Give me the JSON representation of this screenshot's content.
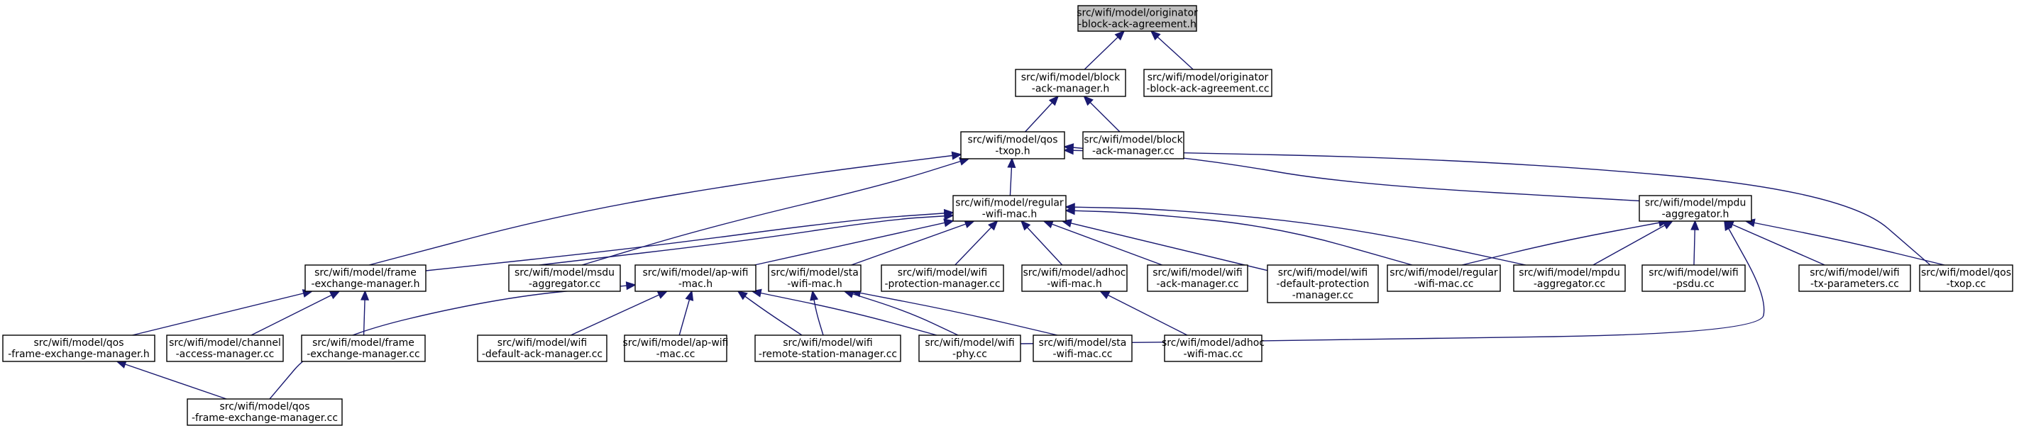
{
  "graph": {
    "edge_color": "#191970",
    "root_fill": "#bfbfbf",
    "nodes": [
      {
        "id": "root",
        "lines": [
          "src/wifi/model/originator",
          "-block-ack-agreement.h"
        ],
        "root": true
      },
      {
        "id": "bam_h",
        "lines": [
          "src/wifi/model/block",
          "-ack-manager.h"
        ]
      },
      {
        "id": "oba_cc",
        "lines": [
          "src/wifi/model/originator",
          "-block-ack-agreement.cc"
        ]
      },
      {
        "id": "qos_txop_h",
        "lines": [
          "src/wifi/model/qos",
          "-txop.h"
        ]
      },
      {
        "id": "bam_cc",
        "lines": [
          "src/wifi/model/block",
          "-ack-manager.cc"
        ]
      },
      {
        "id": "regular_h",
        "lines": [
          "src/wifi/model/regular",
          "-wifi-mac.h"
        ]
      },
      {
        "id": "mpdu_h",
        "lines": [
          "src/wifi/model/mpdu",
          "-aggregator.h"
        ]
      },
      {
        "id": "fem_h",
        "lines": [
          "src/wifi/model/frame",
          "-exchange-manager.h"
        ]
      },
      {
        "id": "msdu_cc",
        "lines": [
          "src/wifi/model/msdu",
          "-aggregator.cc"
        ]
      },
      {
        "id": "ap_h",
        "lines": [
          "src/wifi/model/ap-wifi",
          "-mac.h"
        ]
      },
      {
        "id": "sta_h",
        "lines": [
          "src/wifi/model/sta",
          "-wifi-mac.h"
        ]
      },
      {
        "id": "prot_cc",
        "lines": [
          "src/wifi/model/wifi",
          "-protection-manager.cc"
        ]
      },
      {
        "id": "adhoc_h",
        "lines": [
          "src/wifi/model/adhoc",
          "-wifi-mac.h"
        ]
      },
      {
        "id": "ackm_cc",
        "lines": [
          "src/wifi/model/wifi",
          "-ack-manager.cc"
        ]
      },
      {
        "id": "defprot_cc",
        "lines": [
          "src/wifi/model/wifi",
          "-default-protection",
          "-manager.cc"
        ]
      },
      {
        "id": "regular_cc",
        "lines": [
          "src/wifi/model/regular",
          "-wifi-mac.cc"
        ]
      },
      {
        "id": "mpdu_cc",
        "lines": [
          "src/wifi/model/mpdu",
          "-aggregator.cc"
        ]
      },
      {
        "id": "psdu_cc",
        "lines": [
          "src/wifi/model/wifi",
          "-psdu.cc"
        ]
      },
      {
        "id": "txparam_cc",
        "lines": [
          "src/wifi/model/wifi",
          "-tx-parameters.cc"
        ]
      },
      {
        "id": "qos_txop_cc",
        "lines": [
          "src/wifi/model/qos",
          "-txop.cc"
        ]
      },
      {
        "id": "qosfem_h",
        "lines": [
          "src/wifi/model/qos",
          "-frame-exchange-manager.h"
        ]
      },
      {
        "id": "chan_cc",
        "lines": [
          "src/wifi/model/channel",
          "-access-manager.cc"
        ]
      },
      {
        "id": "fem_cc",
        "lines": [
          "src/wifi/model/frame",
          "-exchange-manager.cc"
        ]
      },
      {
        "id": "defack_cc",
        "lines": [
          "src/wifi/model/wifi",
          "-default-ack-manager.cc"
        ]
      },
      {
        "id": "ap_cc",
        "lines": [
          "src/wifi/model/ap-wifi",
          "-mac.cc"
        ]
      },
      {
        "id": "rsm_cc",
        "lines": [
          "src/wifi/model/wifi",
          "-remote-station-manager.cc"
        ]
      },
      {
        "id": "phy_cc",
        "lines": [
          "src/wifi/model/wifi",
          "-phy.cc"
        ]
      },
      {
        "id": "sta_cc",
        "lines": [
          "src/wifi/model/sta",
          "-wifi-mac.cc"
        ]
      },
      {
        "id": "adhoc_cc",
        "lines": [
          "src/wifi/model/adhoc",
          "-wifi-mac.cc"
        ]
      },
      {
        "id": "qosfem_cc",
        "lines": [
          "src/wifi/model/qos",
          "-frame-exchange-manager.cc"
        ]
      }
    ],
    "edges": [
      [
        "bam_h",
        "root"
      ],
      [
        "oba_cc",
        "root"
      ],
      [
        "qos_txop_h",
        "bam_h"
      ],
      [
        "bam_cc",
        "bam_h"
      ],
      [
        "regular_h",
        "qos_txop_h"
      ],
      [
        "mpdu_h",
        "qos_txop_h"
      ],
      [
        "fem_h",
        "qos_txop_h"
      ],
      [
        "msdu_cc",
        "qos_txop_h"
      ],
      [
        "qos_txop_cc",
        "qos_txop_h"
      ],
      [
        "fem_h",
        "regular_h"
      ],
      [
        "msdu_cc",
        "regular_h"
      ],
      [
        "ap_h",
        "regular_h"
      ],
      [
        "sta_h",
        "regular_h"
      ],
      [
        "prot_cc",
        "regular_h"
      ],
      [
        "adhoc_h",
        "regular_h"
      ],
      [
        "ackm_cc",
        "regular_h"
      ],
      [
        "defprot_cc",
        "regular_h"
      ],
      [
        "regular_cc",
        "regular_h"
      ],
      [
        "mpdu_cc",
        "regular_h"
      ],
      [
        "regular_cc",
        "mpdu_h"
      ],
      [
        "mpdu_cc",
        "mpdu_h"
      ],
      [
        "psdu_cc",
        "mpdu_h"
      ],
      [
        "txparam_cc",
        "mpdu_h"
      ],
      [
        "qos_txop_cc",
        "mpdu_h"
      ],
      [
        "phy_cc",
        "mpdu_h"
      ],
      [
        "qosfem_h",
        "fem_h"
      ],
      [
        "chan_cc",
        "fem_h"
      ],
      [
        "fem_cc",
        "fem_h"
      ],
      [
        "qosfem_cc",
        "qosfem_h"
      ],
      [
        "defack_cc",
        "ap_h"
      ],
      [
        "ap_cc",
        "ap_h"
      ],
      [
        "rsm_cc",
        "ap_h"
      ],
      [
        "phy_cc",
        "ap_h"
      ],
      [
        "qosfem_cc",
        "ap_h"
      ],
      [
        "rsm_cc",
        "sta_h"
      ],
      [
        "phy_cc",
        "sta_h"
      ],
      [
        "sta_cc",
        "sta_h"
      ],
      [
        "adhoc_cc",
        "adhoc_h"
      ]
    ]
  }
}
